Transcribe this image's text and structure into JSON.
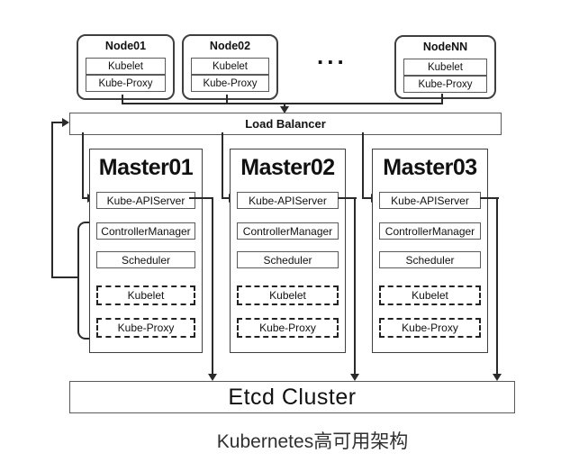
{
  "diagram": {
    "caption": "Kubernetes高可用架构",
    "ellipsis": "...",
    "nodes": [
      {
        "title": "Node01",
        "components": [
          "Kubelet",
          "Kube-Proxy"
        ]
      },
      {
        "title": "Node02",
        "components": [
          "Kubelet",
          "Kube-Proxy"
        ]
      },
      {
        "title": "NodeNN",
        "components": [
          "Kubelet",
          "Kube-Proxy"
        ]
      }
    ],
    "load_balancer": "Load Balancer",
    "masters": [
      {
        "title": "Master01",
        "solid": [
          "Kube-APIServer",
          "ControllerManager",
          "Scheduler"
        ],
        "dashed": [
          "Kubelet",
          "Kube-Proxy"
        ]
      },
      {
        "title": "Master02",
        "solid": [
          "Kube-APIServer",
          "ControllerManager",
          "Scheduler"
        ],
        "dashed": [
          "Kubelet",
          "Kube-Proxy"
        ]
      },
      {
        "title": "Master03",
        "solid": [
          "Kube-APIServer",
          "ControllerManager",
          "Scheduler"
        ],
        "dashed": [
          "Kubelet",
          "Kube-Proxy"
        ]
      }
    ],
    "etcd": "Etcd Cluster",
    "colors": {
      "line": "#2a2a2a",
      "border_outer": "#3f3f3f",
      "border_inner": "#5a5a5a",
      "text": "#111111",
      "background": "#ffffff"
    }
  }
}
